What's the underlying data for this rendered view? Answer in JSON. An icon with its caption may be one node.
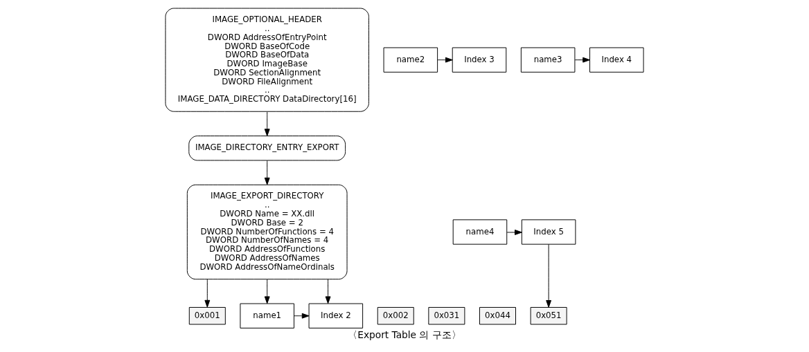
{
  "diagram": {
    "caption": "〈Export Table 의 구조〉",
    "nodes": [
      {
        "text": [
          "IMAGE_OPTIONAL_HEADER",
          "..",
          "DWORD AddressOfEntryPoint",
          "DWORD BaseOfCode",
          "DWORD BaseOfData",
          "DWORD ImageBase",
          "DWORD SectionAlignment",
          "DWORD FileAlignment",
          "..",
          "IMAGE_DATA_DIRECTORY DataDirectory[16]"
        ]
      },
      {
        "text": [
          "IMAGE_EXPORT_DIRECTORY",
          "..",
          "DWORD Name = XX.dll",
          "DWORD Base = 2",
          "DWORD NumberOfFunctions = 4",
          "DWORD NumberOfNames = 4",
          "DWORD AddressOfFunctions",
          "DWORD AddressOfNames",
          "DWORD AddressOfNameOrdinals"
        ]
      },
      {
        "text": [
          "0x001"
        ]
      },
      {
        "text": [
          "0x002"
        ]
      },
      {
        "text": [
          "0x031"
        ]
      },
      {
        "text": [
          "0x044"
        ]
      },
      {
        "text": [
          "0x051"
        ]
      },
      {
        "text": [
          "IMAGE_DIRECTORY_ENTRY_EXPORT"
        ]
      },
      {
        "text": [
          "name1"
        ]
      },
      {
        "text": [
          "Index 2"
        ]
      },
      {
        "text": [
          "name2"
        ]
      },
      {
        "text": [
          "Index 3"
        ]
      },
      {
        "text": [
          "name3"
        ]
      },
      {
        "text": [
          "Index 4"
        ]
      },
      {
        "text": [
          "name4"
        ]
      },
      {
        "text": [
          "Index 5"
        ]
      }
    ],
    "edges": [
      {
        "from": 0,
        "to": 7,
        "arrow": "to"
      },
      {
        "from": 7,
        "to": 1,
        "arrow": "to"
      },
      {
        "from": 1,
        "to": 2,
        "arrow": "to"
      },
      {
        "from": 1,
        "to": 8,
        "arrow": "to"
      },
      {
        "from": 1,
        "to": 9,
        "arrow": "to"
      },
      {
        "from": 8,
        "to": 9,
        "arrow": "to"
      },
      {
        "from": 10,
        "to": 11,
        "arrow": "to"
      },
      {
        "from": 12,
        "to": 13,
        "arrow": "to"
      },
      {
        "from": 14,
        "to": 15,
        "arrow": "to"
      },
      {
        "from": 15,
        "to": 6,
        "arrow": "to"
      }
    ]
  }
}
